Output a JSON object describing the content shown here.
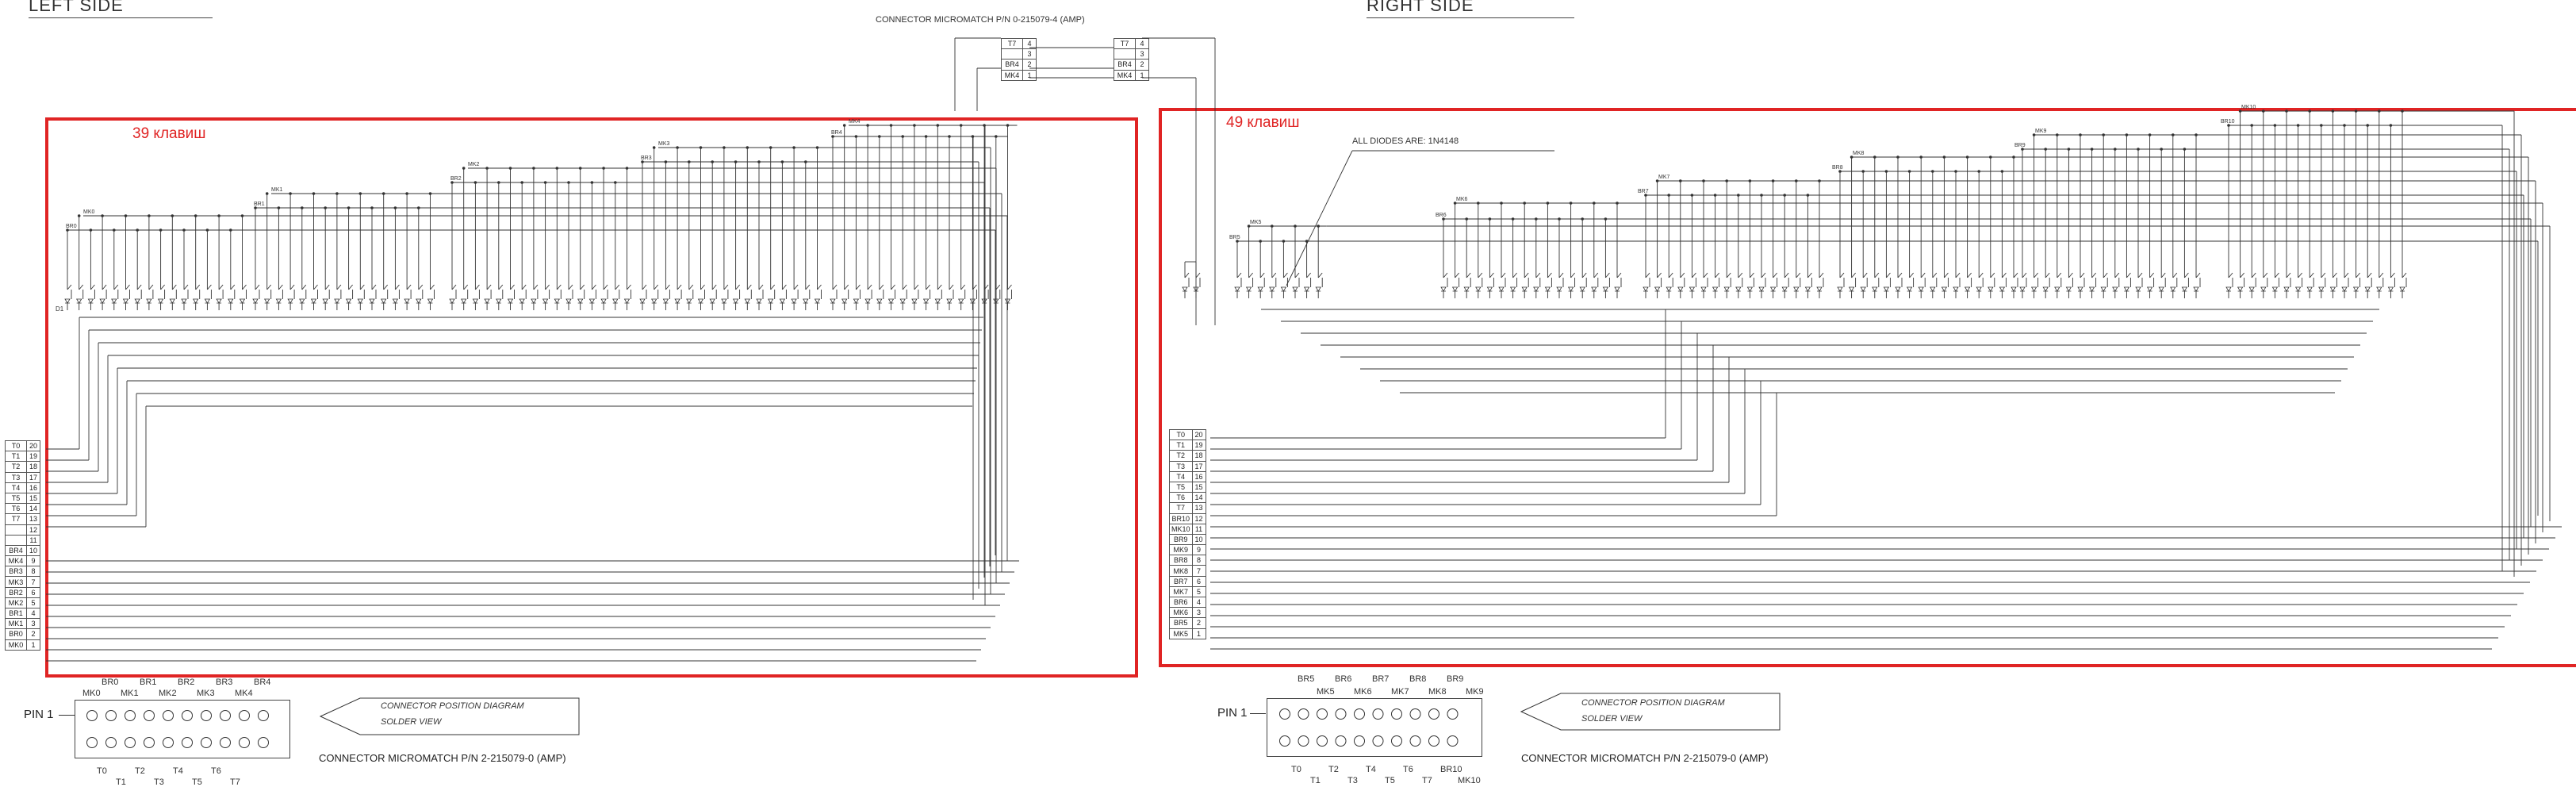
{
  "left": {
    "section_title": "LEFT SIDE",
    "keys_label": "39 клавиш",
    "diode_label": "D1",
    "row_labels": [
      "BR0",
      "MK0",
      "BR1",
      "MK1",
      "BR2",
      "MK2",
      "BR3",
      "MK3",
      "BR4",
      "MK4"
    ],
    "pin_table": [
      {
        "label": "T0",
        "num": "20"
      },
      {
        "label": "T1",
        "num": "19"
      },
      {
        "label": "T2",
        "num": "18"
      },
      {
        "label": "T3",
        "num": "17"
      },
      {
        "label": "T4",
        "num": "16"
      },
      {
        "label": "T5",
        "num": "15"
      },
      {
        "label": "T6",
        "num": "14"
      },
      {
        "label": "T7",
        "num": "13"
      },
      {
        "label": "",
        "num": "12"
      },
      {
        "label": "",
        "num": "11"
      },
      {
        "label": "BR4",
        "num": "10"
      },
      {
        "label": "MK4",
        "num": "9"
      },
      {
        "label": "BR3",
        "num": "8"
      },
      {
        "label": "MK3",
        "num": "7"
      },
      {
        "label": "BR2",
        "num": "6"
      },
      {
        "label": "MK2",
        "num": "5"
      },
      {
        "label": "BR1",
        "num": "4"
      },
      {
        "label": "MK1",
        "num": "3"
      },
      {
        "label": "BR0",
        "num": "2"
      },
      {
        "label": "MK0",
        "num": "1"
      }
    ],
    "connector": {
      "pin1": "PIN 1",
      "top_labels": [
        "BR0",
        "BR1",
        "BR2",
        "BR3",
        "BR4"
      ],
      "mid_labels": [
        "MK0",
        "MK1",
        "MK2",
        "MK3",
        "MK4"
      ],
      "bottom_labels_a": [
        "T0",
        "T2",
        "T4",
        "T6"
      ],
      "bottom_labels_b": [
        "T1",
        "T3",
        "T5",
        "T7"
      ],
      "diagram_line1": "CONNECTOR POSITION DIAGRAM",
      "diagram_line2": "SOLDER VIEW",
      "part_number": "CONNECTOR MICROMATCH P/N 2-215079-0 (AMP)"
    }
  },
  "right": {
    "section_title": "RIGHT SIDE",
    "keys_label": "49 клавиш",
    "diode_note": "ALL DIODES ARE: 1N4148",
    "row_labels": [
      "BR5",
      "MK5",
      "BR6",
      "MK6",
      "BR7",
      "MK7",
      "BR8",
      "MK8",
      "BR9",
      "MK9",
      "BR10",
      "MK10"
    ],
    "pin_table": [
      {
        "label": "T0",
        "num": "20"
      },
      {
        "label": "T1",
        "num": "19"
      },
      {
        "label": "T2",
        "num": "18"
      },
      {
        "label": "T3",
        "num": "17"
      },
      {
        "label": "T4",
        "num": "16"
      },
      {
        "label": "T5",
        "num": "15"
      },
      {
        "label": "T6",
        "num": "14"
      },
      {
        "label": "T7",
        "num": "13"
      },
      {
        "label": "BR10",
        "num": "12"
      },
      {
        "label": "MK10",
        "num": "11"
      },
      {
        "label": "BR9",
        "num": "10"
      },
      {
        "label": "MK9",
        "num": "9"
      },
      {
        "label": "BR8",
        "num": "8"
      },
      {
        "label": "MK8",
        "num": "7"
      },
      {
        "label": "BR7",
        "num": "6"
      },
      {
        "label": "MK7",
        "num": "5"
      },
      {
        "label": "BR6",
        "num": "4"
      },
      {
        "label": "MK6",
        "num": "3"
      },
      {
        "label": "BR5",
        "num": "2"
      },
      {
        "label": "MK5",
        "num": "1"
      }
    ],
    "connector": {
      "pin1": "PIN 1",
      "top_labels": [
        "BR5",
        "BR6",
        "BR7",
        "BR8",
        "BR9"
      ],
      "mid_labels": [
        "MK5",
        "MK6",
        "MK7",
        "MK8",
        "MK9"
      ],
      "bottom_labels_a": [
        "T0",
        "T2",
        "T4",
        "T6",
        "BR10"
      ],
      "bottom_labels_b": [
        "T1",
        "T3",
        "T5",
        "T7",
        "MK10"
      ],
      "diagram_line1": "CONNECTOR POSITION DIAGRAM",
      "diagram_line2": "SOLDER VIEW",
      "part_number": "CONNECTOR MICROMATCH P/N 2-215079-0 (AMP)"
    }
  },
  "top_connector": {
    "title": "CONNECTOR MICROMATCH P/N 0-215079-4 (AMP)",
    "left_rows": [
      {
        "label": "T7",
        "num": "4"
      },
      {
        "label": "",
        "num": "3"
      },
      {
        "label": "BR4",
        "num": "2"
      },
      {
        "label": "MK4",
        "num": "1"
      }
    ],
    "right_rows": [
      {
        "label": "T7",
        "num": "4"
      },
      {
        "label": "",
        "num": "3"
      },
      {
        "label": "BR4",
        "num": "2"
      },
      {
        "label": "MK4",
        "num": "1"
      }
    ]
  },
  "colors": {
    "frame_red": "#e02424",
    "line": "#333333"
  }
}
